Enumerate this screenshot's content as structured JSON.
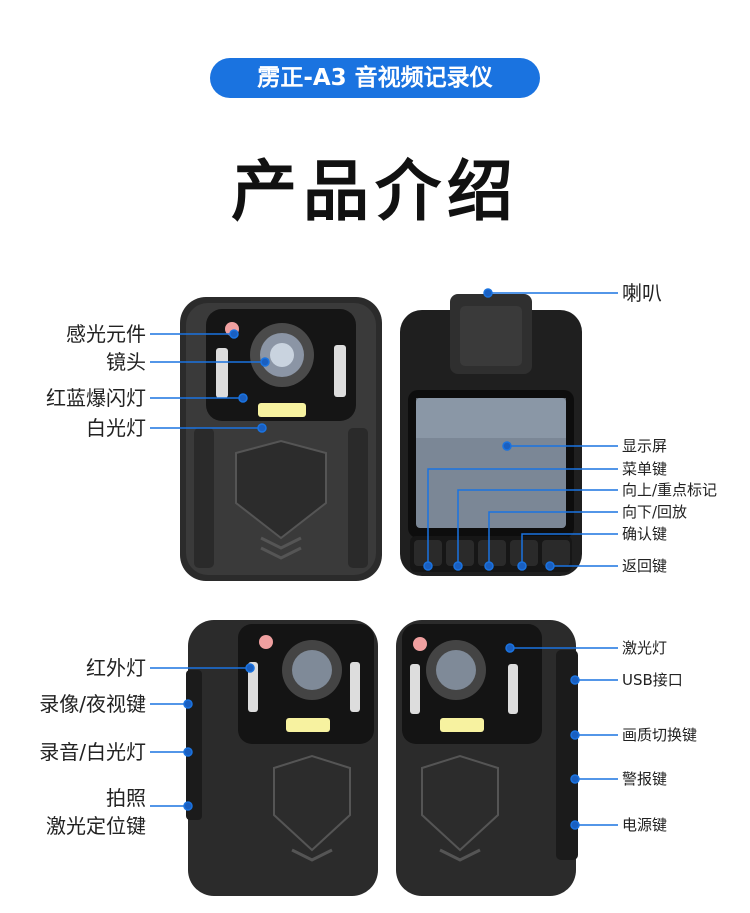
{
  "header": {
    "badge": "雳正-A3 音视频记录仪",
    "title": "产品介绍"
  },
  "labels_left_top": [
    "感光元件",
    "镜头",
    "红蓝爆闪灯",
    "白光灯"
  ],
  "labels_right_top": [
    "喇叭",
    "显示屏",
    "菜单键",
    "向上/重点标记",
    "向下/回放",
    "确认键",
    "返回键"
  ],
  "labels_left_bottom": [
    "红外灯",
    "录像/夜视键",
    "录音/白光灯",
    "拍照",
    "激光定位键"
  ],
  "labels_right_bottom": [
    "激光灯",
    "USB接口",
    "画质切换键",
    "警报键",
    "电源键"
  ],
  "colors": {
    "accent": "#1a73e0",
    "line": "#1a73e0",
    "dot": "#1a5fc0"
  }
}
